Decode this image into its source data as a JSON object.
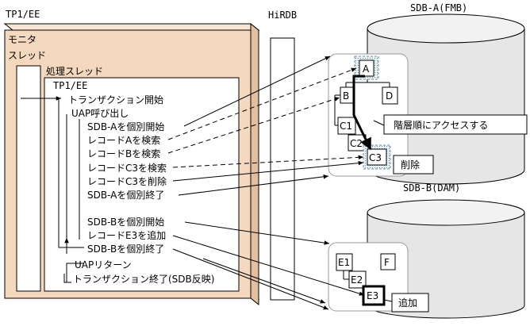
{
  "tp1": {
    "title": "TP1/EE",
    "monitor_line1": "モニタ",
    "monitor_line2": "スレッド",
    "process_thread": "処理スレッド",
    "inner_title": "TP1/EE",
    "steps": [
      "トランザクション開始",
      "UAP呼び出し",
      "SDB-Aを個別開始",
      "レコードAを検索",
      "レコードBを検索",
      "レコードC3を検索",
      "レコードC3を削除",
      "SDB-Aを個別終了",
      "SDB-Bを個別開始",
      "レコードE3を追加",
      "SDB-Bを個別終了",
      "UAPリターン",
      "トランザクション終了(SDB反映)"
    ]
  },
  "hirdb": {
    "label": "HiRDB"
  },
  "sdb_a": {
    "label": "SDB-A(FMB)",
    "records": [
      "A",
      "B",
      "D",
      "C1",
      "C2",
      "C3"
    ],
    "callout_access": "階層順にアクセスする",
    "callout_delete": "削除"
  },
  "sdb_b": {
    "label": "SDB-B(DAM)",
    "records": [
      "E1",
      "F",
      "E2",
      "E3"
    ],
    "callout_add": "追加"
  },
  "colors": {
    "panel": "#f4d9bf",
    "panel_edge": "#c9a27e",
    "cylinder_top": "#e9e9e9",
    "cylinder_shade": "#d6d6d6"
  }
}
